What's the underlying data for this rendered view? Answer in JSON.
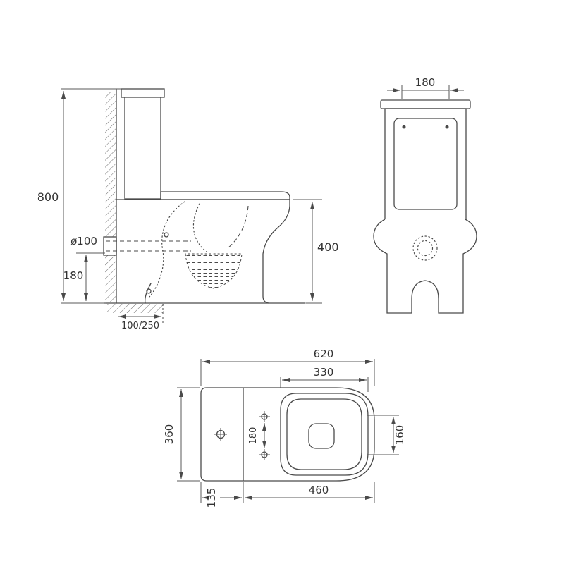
{
  "drawing": {
    "type": "technical-dimension-diagram",
    "subject": "two-piece close-coupled toilet, three orthographic views",
    "colors": {
      "ink": "#4a4a4a",
      "background": "#ffffff",
      "dim_text": "#333333"
    },
    "side": {
      "height": "800",
      "inlet_diameter": "ø100",
      "inlet_height": "180",
      "rim_height": "400",
      "outlet_setout": "100/250"
    },
    "front": {
      "top_width": "180"
    },
    "plan": {
      "overall_length": "620",
      "seat_length": "330",
      "overall_width": "360",
      "hinge_hole_spacing": "180",
      "opening_width": "160",
      "tank_depth": "135",
      "bowl_length": "460"
    }
  }
}
